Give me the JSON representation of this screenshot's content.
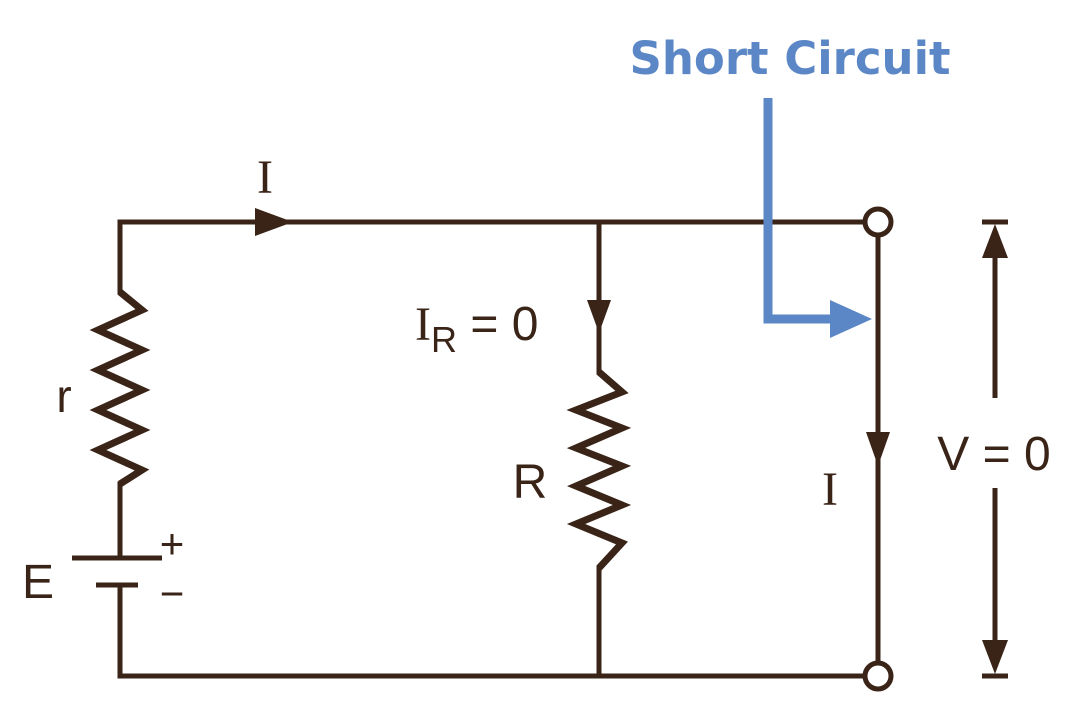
{
  "callout": {
    "title": "Short Circuit"
  },
  "labels": {
    "current_top": "I",
    "current_branch": "I",
    "current_branch_subscript": "R",
    "current_branch_value": " = 0",
    "resistor_internal": "r",
    "resistor_load": "R",
    "source": "E",
    "terminal_plus": "+",
    "terminal_minus": "−",
    "current_short": "I",
    "voltage": "V = 0"
  },
  "colors": {
    "wire": "#3a2418",
    "accent": "#5b87c6",
    "background": "#ffffff"
  }
}
